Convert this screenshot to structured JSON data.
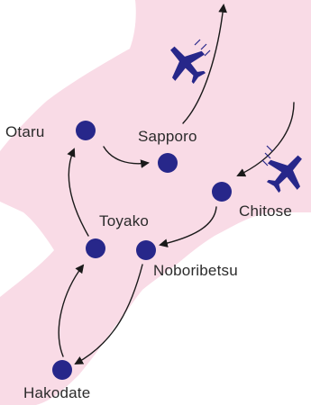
{
  "map": {
    "colors": {
      "land": "#f9dbe6",
      "water": "#ffffff",
      "marker": "#27278a",
      "route": "#1a1a1a",
      "label": "#2b2b2b"
    },
    "cities": [
      {
        "id": "otaru",
        "name": "Otaru"
      },
      {
        "id": "sapporo",
        "name": "Sapporo"
      },
      {
        "id": "chitose",
        "name": "Chitose"
      },
      {
        "id": "toyako",
        "name": "Toyako"
      },
      {
        "id": "noboribetsu",
        "name": "Noboribetsu"
      },
      {
        "id": "hakodate",
        "name": "Hakodate"
      }
    ],
    "icons": [
      {
        "id": "plane-1",
        "name": "airplane-icon"
      },
      {
        "id": "plane-2",
        "name": "airplane-icon"
      }
    ]
  }
}
